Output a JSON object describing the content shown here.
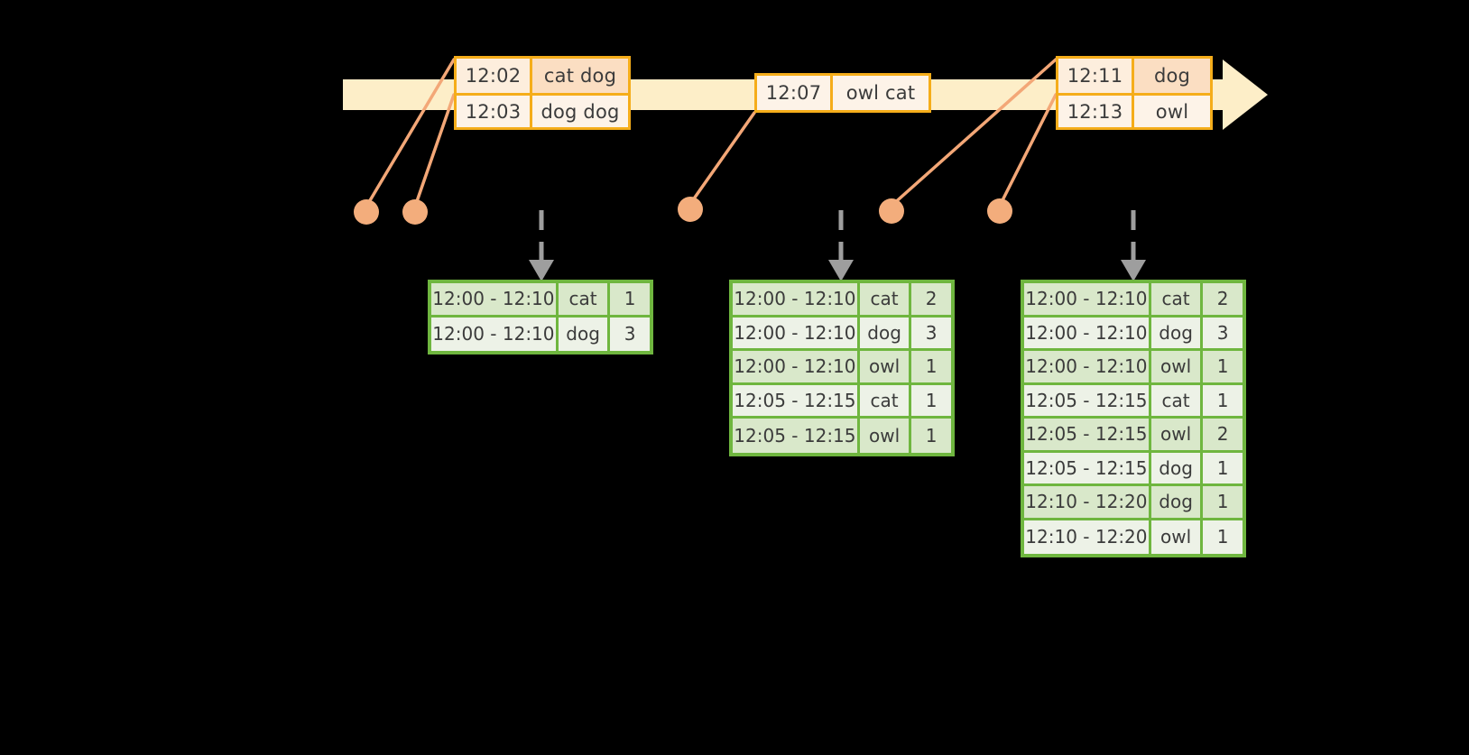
{
  "diagram": {
    "title": "sliding-window-aggregation-diagram",
    "colors": {
      "background": "#000000",
      "timeline_bar": "#fdeec8",
      "event_box_border": "#f5ad1a",
      "event_box_fill_a": "#fbdec2",
      "event_box_fill_b": "#fdf3e8",
      "connector_line": "#f3a777",
      "marker_dot": "#f3ad7c",
      "table_border": "#6fb63f",
      "table_row_odd": "#d9e8ca",
      "table_row_even": "#edf2e7",
      "arrow_dashed": "#9e9e9e",
      "text": "#3b3b3b"
    }
  },
  "timeline": {
    "name": "event-stream-timeline",
    "events": [
      {
        "group": "group-1",
        "rows": [
          {
            "time": "12:02",
            "payload": "cat dog"
          },
          {
            "time": "12:03",
            "payload": "dog dog"
          }
        ]
      },
      {
        "group": "group-2",
        "rows": [
          {
            "time": "12:07",
            "payload": "owl cat"
          }
        ]
      },
      {
        "group": "group-3",
        "rows": [
          {
            "time": "12:11",
            "payload": "dog"
          },
          {
            "time": "12:13",
            "payload": "owl"
          }
        ]
      }
    ]
  },
  "markers": [
    {
      "name": "marker-12-02"
    },
    {
      "name": "marker-12-03"
    },
    {
      "name": "marker-12-07"
    },
    {
      "name": "marker-12-11"
    },
    {
      "name": "marker-12-13"
    }
  ],
  "tables": [
    {
      "name": "result-table-1",
      "rows": [
        {
          "window": "12:00 - 12:10",
          "key": "cat",
          "count": "1"
        },
        {
          "window": "12:00 - 12:10",
          "key": "dog",
          "count": "3"
        }
      ]
    },
    {
      "name": "result-table-2",
      "rows": [
        {
          "window": "12:00 - 12:10",
          "key": "cat",
          "count": "2"
        },
        {
          "window": "12:00 - 12:10",
          "key": "dog",
          "count": "3"
        },
        {
          "window": "12:00 - 12:10",
          "key": "owl",
          "count": "1"
        },
        {
          "window": "12:05 - 12:15",
          "key": "cat",
          "count": "1"
        },
        {
          "window": "12:05 - 12:15",
          "key": "owl",
          "count": "1"
        }
      ]
    },
    {
      "name": "result-table-3",
      "rows": [
        {
          "window": "12:00 - 12:10",
          "key": "cat",
          "count": "2"
        },
        {
          "window": "12:00 - 12:10",
          "key": "dog",
          "count": "3"
        },
        {
          "window": "12:00 - 12:10",
          "key": "owl",
          "count": "1"
        },
        {
          "window": "12:05 - 12:15",
          "key": "cat",
          "count": "1"
        },
        {
          "window": "12:05 - 12:15",
          "key": "owl",
          "count": "2"
        },
        {
          "window": "12:05 - 12:15",
          "key": "dog",
          "count": "1"
        },
        {
          "window": "12:10 - 12:20",
          "key": "dog",
          "count": "1"
        },
        {
          "window": "12:10 - 12:20",
          "key": "owl",
          "count": "1"
        }
      ]
    }
  ]
}
